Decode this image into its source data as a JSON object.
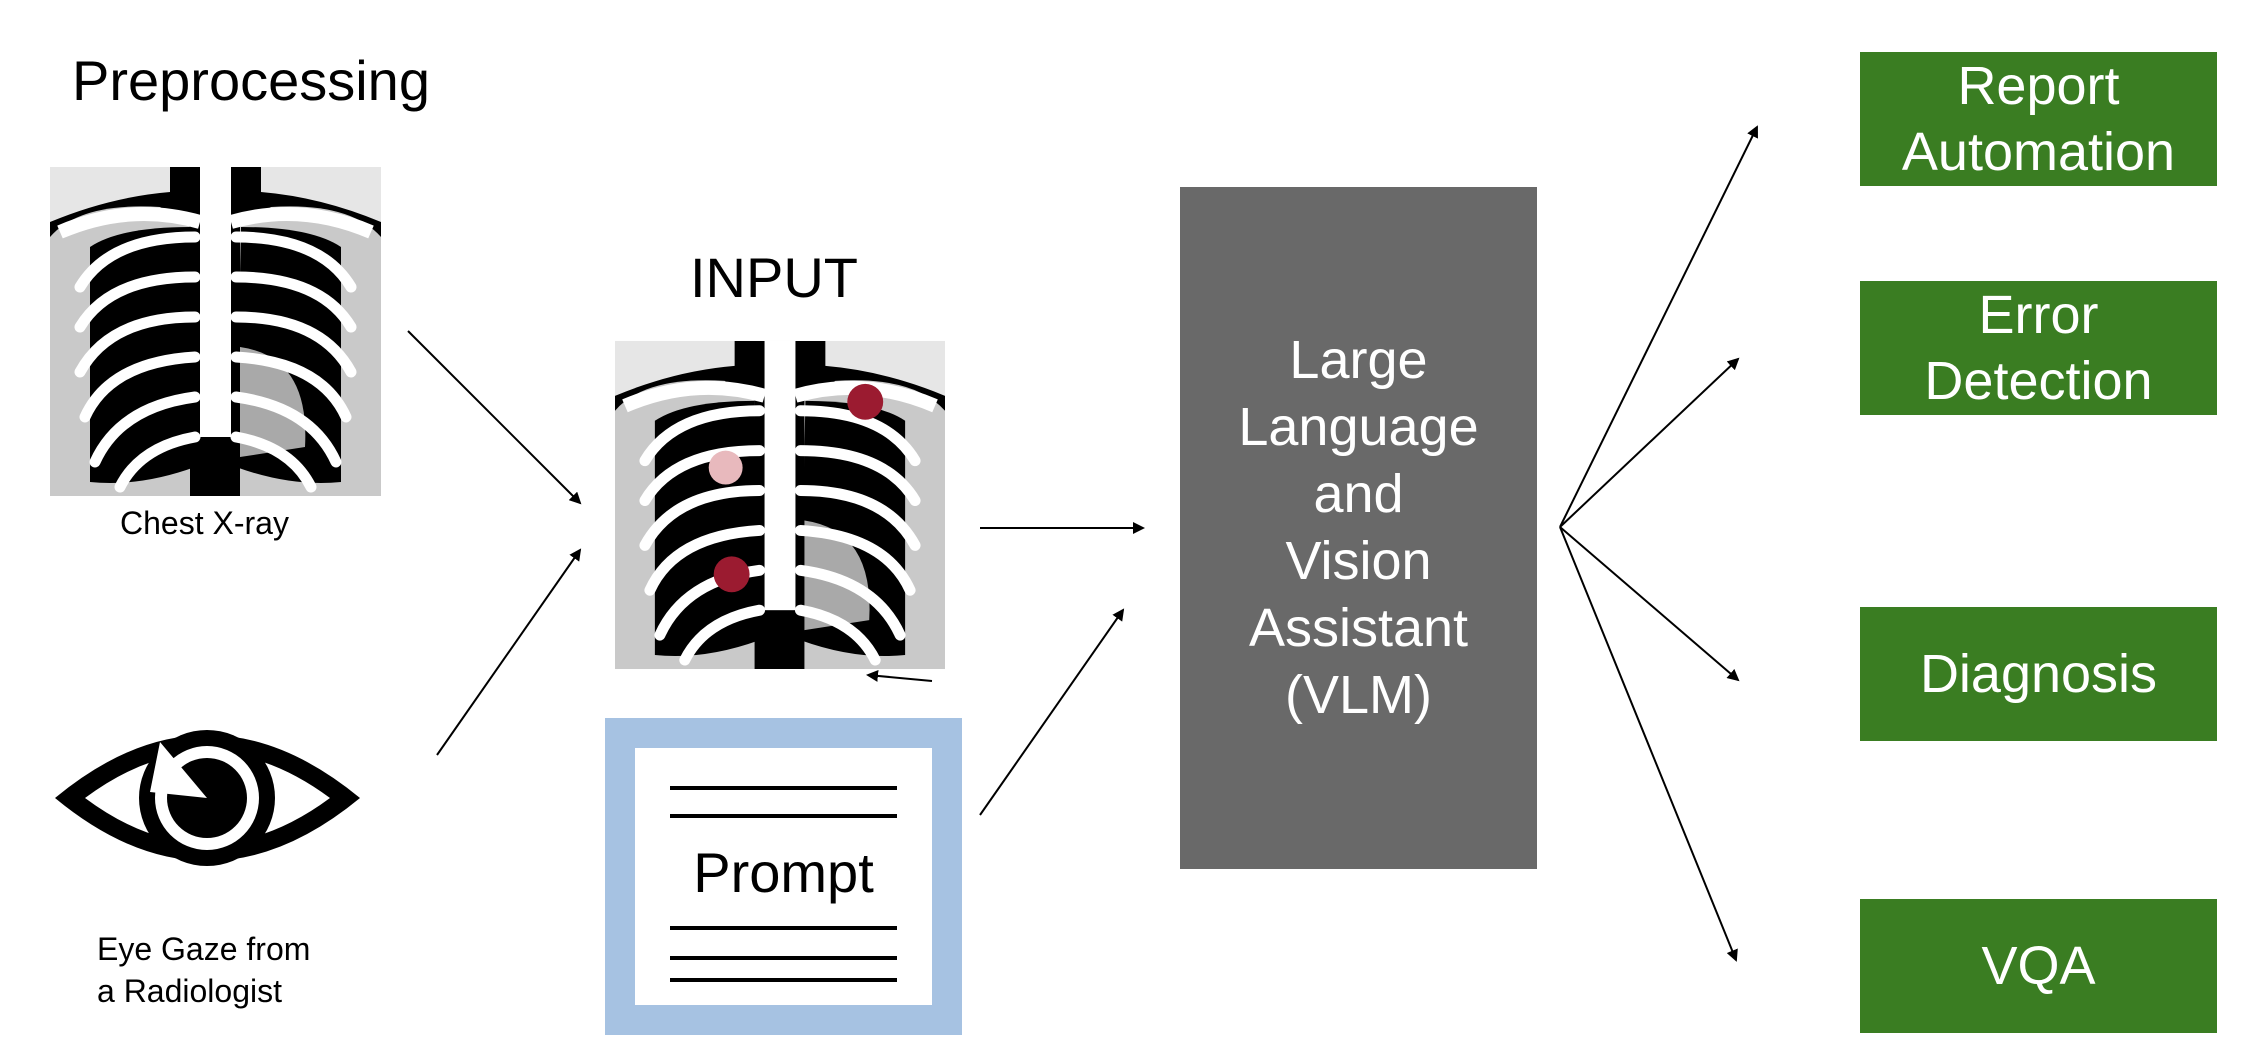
{
  "preprocessing": {
    "title": "Preprocessing",
    "xray_caption": "Chest X-ray",
    "eye_caption": "Eye Gaze from\na Radiologist"
  },
  "input": {
    "title": "INPUT",
    "prompt_label": "Prompt"
  },
  "model": {
    "label": "Large\nLanguage\nand\nVision\nAssistant\n(VLM)"
  },
  "outputs": [
    {
      "label": "Report\nAutomation"
    },
    {
      "label": "Error\nDetection"
    },
    {
      "label": "Diagnosis"
    },
    {
      "label": "VQA"
    }
  ],
  "colors": {
    "output_box": "#3a7d22",
    "model_box": "#696969",
    "prompt_border": "#a6c2e2",
    "gaze_dark": "#9b1b30",
    "gaze_light": "#e8b9bd"
  },
  "icons": [
    "chest-xray-icon",
    "eye-icon",
    "document-icon"
  ]
}
